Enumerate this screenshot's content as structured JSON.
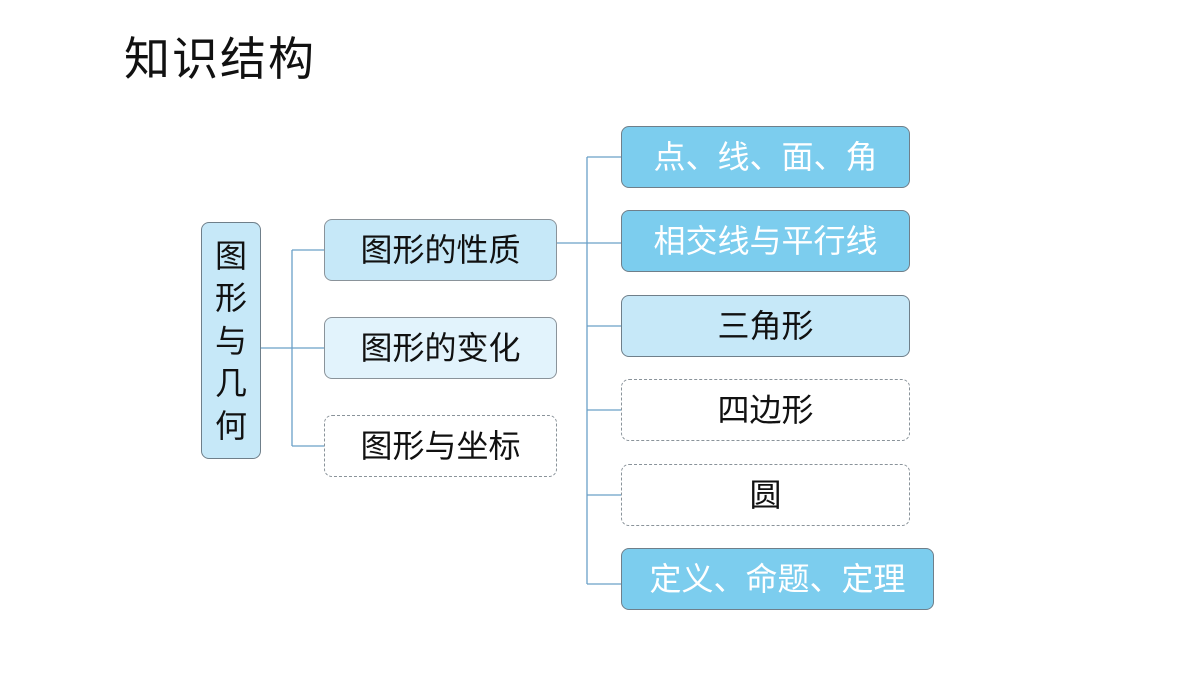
{
  "title": "知识结构",
  "root": {
    "chars": [
      "图",
      "形",
      "与",
      "几",
      "何"
    ]
  },
  "branches": [
    {
      "label": "图形的性质"
    },
    {
      "label": "图形的变化"
    },
    {
      "label": "图形与坐标"
    }
  ],
  "leaves": [
    {
      "label": "点、线、面、角"
    },
    {
      "label": "相交线与平行线"
    },
    {
      "label": "三角形"
    },
    {
      "label": "四边形"
    },
    {
      "label": "圆"
    },
    {
      "label": "定义、命题、定理"
    }
  ],
  "colors": {
    "connector": "#6aa0c8",
    "fill_strong": "#7ccdee",
    "fill_light": "#c6e8f8",
    "fill_pale": "#e2f3fc",
    "border": "#6f7f8a"
  }
}
